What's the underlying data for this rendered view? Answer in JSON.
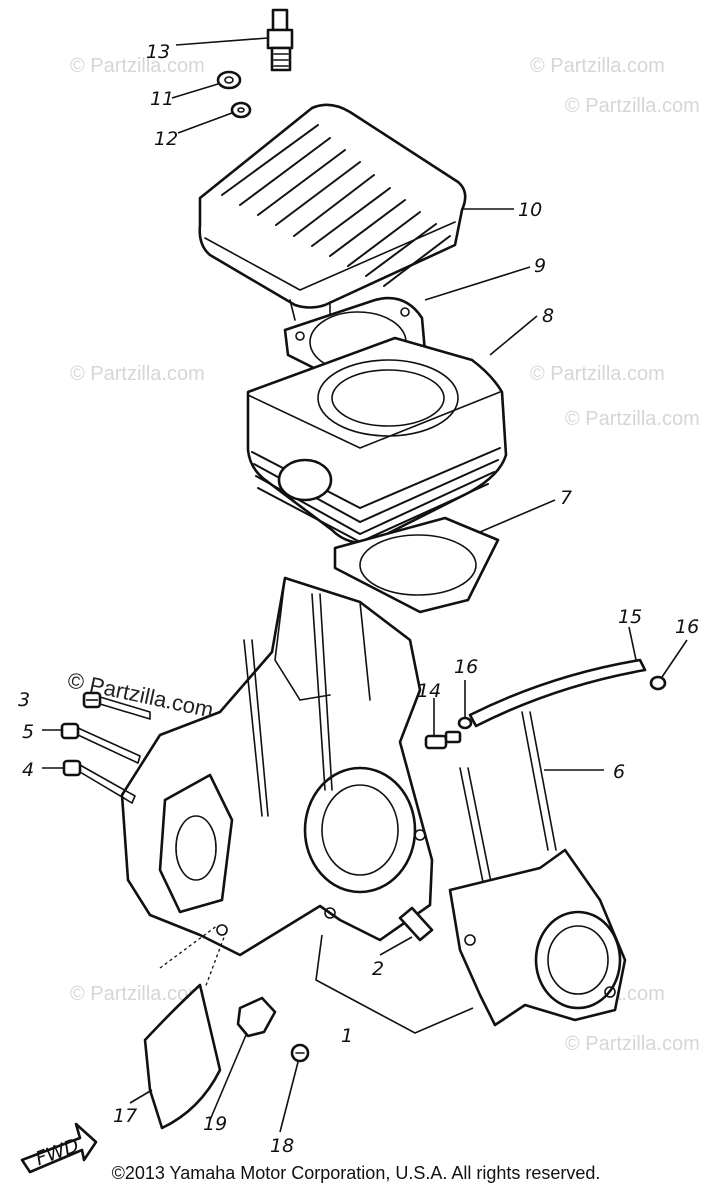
{
  "watermarks": [
    "© Partzilla.com",
    "© Partzilla.com",
    "© Partzilla.com",
    "© Partzilla.com",
    "© Partzilla.com",
    "© Partzilla.com",
    "© Partzilla.com",
    "© Partzilla.com",
    "© Partzilla.com"
  ],
  "watermark_main": "© Partzilla.com",
  "fwd_label": "FWD",
  "callouts": {
    "c1": "1",
    "c2": "2",
    "c3": "3",
    "c4": "4",
    "c5": "5",
    "c6": "6",
    "c7": "7",
    "c8": "8",
    "c9": "9",
    "c10": "10",
    "c11": "11",
    "c12": "12",
    "c13": "13",
    "c14": "14",
    "c15": "15",
    "c16a": "16",
    "c16b": "16",
    "c17": "17",
    "c18": "18",
    "c19": "19"
  },
  "copyright": "©2013  Yamaha Motor Corporation, U.S.A. All rights reserved."
}
